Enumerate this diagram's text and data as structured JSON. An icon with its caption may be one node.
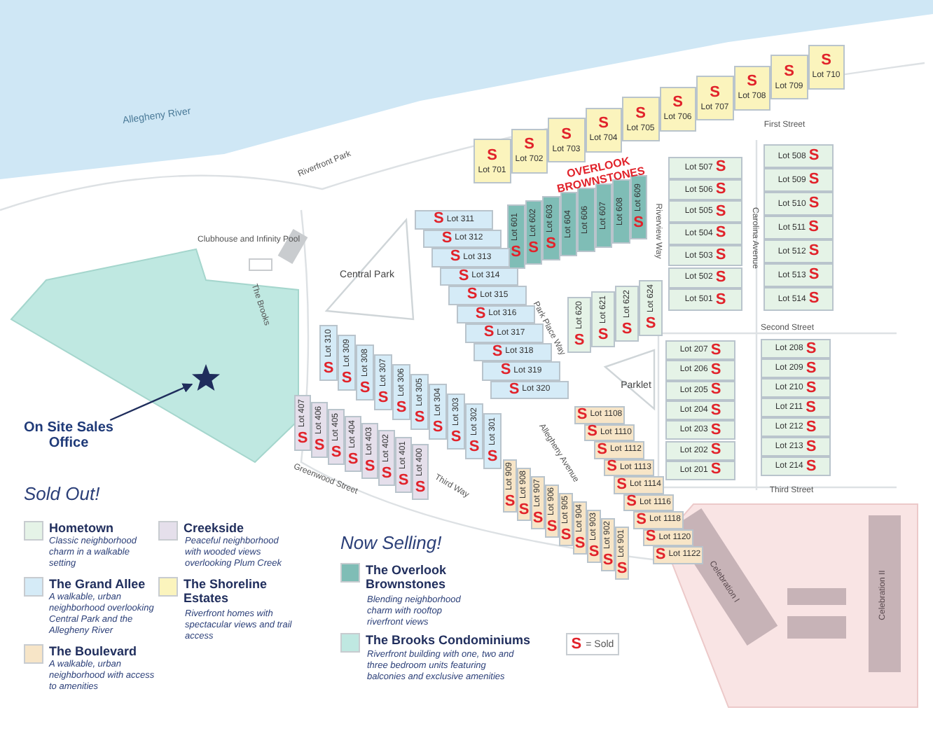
{
  "diagram": {
    "nodes": [
      {
        "text": [
          "S",
          "Lot 701"
        ]
      },
      {
        "text": [
          "S",
          "Lot 702"
        ]
      },
      {
        "text": [
          "S",
          "Lot 703"
        ]
      },
      {
        "text": [
          "S",
          "Lot 704"
        ]
      },
      {
        "text": [
          "S",
          "Lot 705"
        ]
      },
      {
        "text": [
          "S",
          "Lot 706"
        ]
      },
      {
        "text": [
          "S",
          "Lot 707"
        ]
      },
      {
        "text": [
          "S",
          "Lot 708"
        ]
      },
      {
        "text": [
          "S",
          "Lot 709"
        ]
      },
      {
        "text": [
          "S",
          "Lot 710"
        ]
      },
      {
        "text": [
          "Lot 601",
          "S"
        ]
      },
      {
        "text": [
          "Lot 602",
          "S"
        ]
      },
      {
        "text": [
          "Lot 603",
          "S"
        ]
      },
      {
        "text": [
          "Lot 604"
        ]
      },
      {
        "text": [
          "Lot 606"
        ]
      },
      {
        "text": [
          "Lot 607"
        ]
      },
      {
        "text": [
          "Lot 608"
        ]
      },
      {
        "text": [
          "Lot 609",
          "S"
        ]
      },
      {
        "text": [
          "Lot 620",
          "S"
        ]
      },
      {
        "text": [
          "Lot 621",
          "S"
        ]
      },
      {
        "text": [
          "Lot 622",
          "S"
        ]
      },
      {
        "text": [
          "Lot 624",
          "S"
        ]
      },
      {
        "text": [
          "Lot 507",
          "S"
        ]
      },
      {
        "text": [
          "Lot 506",
          "S"
        ]
      },
      {
        "text": [
          "Lot 505",
          "S"
        ]
      },
      {
        "text": [
          "Lot 504",
          "S"
        ]
      },
      {
        "text": [
          "Lot 503",
          "S"
        ]
      },
      {
        "text": [
          "Lot 502",
          "S"
        ]
      },
      {
        "text": [
          "Lot 501",
          "S"
        ]
      },
      {
        "text": [
          "Lot 508",
          "S"
        ]
      },
      {
        "text": [
          "Lot 509",
          "S"
        ]
      },
      {
        "text": [
          "Lot 510",
          "S"
        ]
      },
      {
        "text": [
          "Lot 511",
          "S"
        ]
      },
      {
        "text": [
          "Lot 512",
          "S"
        ]
      },
      {
        "text": [
          "Lot 513",
          "S"
        ]
      },
      {
        "text": [
          "Lot 514",
          "S"
        ]
      },
      {
        "text": [
          "S",
          "Lot 311"
        ]
      },
      {
        "text": [
          "S",
          "Lot 312"
        ]
      },
      {
        "text": [
          "S",
          "Lot 313"
        ]
      },
      {
        "text": [
          "S",
          "Lot 314"
        ]
      },
      {
        "text": [
          "S",
          "Lot 315"
        ]
      },
      {
        "text": [
          "S",
          "Lot 316"
        ]
      },
      {
        "text": [
          "S",
          "Lot 317"
        ]
      },
      {
        "text": [
          "S",
          "Lot 318"
        ]
      },
      {
        "text": [
          "S",
          "Lot 319"
        ]
      },
      {
        "text": [
          "S",
          "Lot 320"
        ]
      },
      {
        "text": [
          "Lot 310",
          "S"
        ]
      },
      {
        "text": [
          "Lot 309",
          "S"
        ]
      },
      {
        "text": [
          "Lot 308",
          "S"
        ]
      },
      {
        "text": [
          "Lot 307",
          "S"
        ]
      },
      {
        "text": [
          "Lot 306",
          "S"
        ]
      },
      {
        "text": [
          "Lot 305",
          "S"
        ]
      },
      {
        "text": [
          "Lot 304",
          "S"
        ]
      },
      {
        "text": [
          "Lot 303",
          "S"
        ]
      },
      {
        "text": [
          "Lot 302",
          "S"
        ]
      },
      {
        "text": [
          "Lot 301",
          "S"
        ]
      },
      {
        "text": [
          "Lot 407",
          "S"
        ]
      },
      {
        "text": [
          "Lot 406",
          "S"
        ]
      },
      {
        "text": [
          "Lot 405",
          "S"
        ]
      },
      {
        "text": [
          "Lot 404",
          "S"
        ]
      },
      {
        "text": [
          "Lot 403",
          "S"
        ]
      },
      {
        "text": [
          "Lot 402",
          "S"
        ]
      },
      {
        "text": [
          "Lot 401",
          "S"
        ]
      },
      {
        "text": [
          "Lot 400",
          "S"
        ]
      },
      {
        "text": [
          "S",
          "Lot 1108"
        ]
      },
      {
        "text": [
          "S",
          "Lot 1110"
        ]
      },
      {
        "text": [
          "S",
          "Lot 1112"
        ]
      },
      {
        "text": [
          "S",
          "Lot 1113"
        ]
      },
      {
        "text": [
          "S",
          "Lot 1114"
        ]
      },
      {
        "text": [
          "S",
          "Lot 1116"
        ]
      },
      {
        "text": [
          "S",
          "Lot 1118"
        ]
      },
      {
        "text": [
          "S",
          "Lot 1120"
        ]
      },
      {
        "text": [
          "S",
          "Lot 1122"
        ]
      },
      {
        "text": [
          "Lot 909",
          "S"
        ]
      },
      {
        "text": [
          "Lot 908",
          "S"
        ]
      },
      {
        "text": [
          "Lot 907",
          "S"
        ]
      },
      {
        "text": [
          "Lot 906",
          "S"
        ]
      },
      {
        "text": [
          "Lot 905",
          "S"
        ]
      },
      {
        "text": [
          "Lot 904",
          "S"
        ]
      },
      {
        "text": [
          "Lot 903",
          "S"
        ]
      },
      {
        "text": [
          "Lot 902",
          "S"
        ]
      },
      {
        "text": [
          "Lot 901",
          "S"
        ]
      },
      {
        "text": [
          "Lot 207",
          "S"
        ]
      },
      {
        "text": [
          "Lot 206",
          "S"
        ]
      },
      {
        "text": [
          "Lot 205",
          "S"
        ]
      },
      {
        "text": [
          "Lot 204",
          "S"
        ]
      },
      {
        "text": [
          "Lot 203",
          "S"
        ]
      },
      {
        "text": [
          "Lot 202",
          "S"
        ]
      },
      {
        "text": [
          "Lot 201",
          "S"
        ]
      },
      {
        "text": [
          "Lot 208",
          "S"
        ]
      },
      {
        "text": [
          "Lot 209",
          "S"
        ]
      },
      {
        "text": [
          "Lot 210",
          "S"
        ]
      },
      {
        "text": [
          "Lot 211",
          "S"
        ]
      },
      {
        "text": [
          "Lot 212",
          "S"
        ]
      },
      {
        "text": [
          "Lot 213",
          "S"
        ]
      },
      {
        "text": [
          "Lot 214",
          "S"
        ]
      },
      {
        "text": [
          "On Site Sales Office"
        ]
      },
      {
        "text": [],
        "shape": "star"
      }
    ],
    "edges": [
      {
        "from": 96,
        "to": 97,
        "arrow": "to"
      }
    ],
    "labels": [
      "Allegheny River",
      "Riverfront Park",
      "Clubhouse and Infinity Pool",
      "Central Park",
      "OVERLOOK BROWNSTONES",
      "First Street",
      "Riverview Way",
      "Carolina Avenue",
      "The Brooks",
      "Park Place Way",
      "Second Street",
      "Parklet",
      "Greenwood Street",
      "Third Way",
      "Allegheny Avenue",
      "Third Street",
      "Celebration I",
      "Celebration II",
      "Sold Out!",
      "Classic neighborhood charm in a walkable setting",
      "A walkable, urban neighborhood overlooking Central Park and the Allegheny River",
      "A walkable, urban neighborhood with access to amenities",
      "Peaceful neighborhood with wooded views overlooking Plum Creek",
      "Riverfront homes with spectacular views and trail access",
      "Now Selling!",
      "Blending neighborhood charm with rooftop riverfront views",
      "Riverfront building with one, two and three bedroom units featuring balconies and exclusive amenities",
      "S",
      "= Sold"
    ],
    "legend": [
      {
        "text": "Hometown",
        "color": "#e5f3e7"
      },
      {
        "text": "The Grand Allee",
        "color": "#d5ebf7"
      },
      {
        "text": "The Boulevard",
        "color": "#f7e5c7"
      },
      {
        "text": "Creekside",
        "color": "#e5dfeb"
      },
      {
        "text": "The Shoreline Estates",
        "color": "#fbf4bd"
      },
      {
        "text": "The Overlook Brownstones",
        "color": "#7fbdb6"
      },
      {
        "text": "The Brooks Condominiums",
        "color": "#bfe8e1"
      }
    ]
  }
}
